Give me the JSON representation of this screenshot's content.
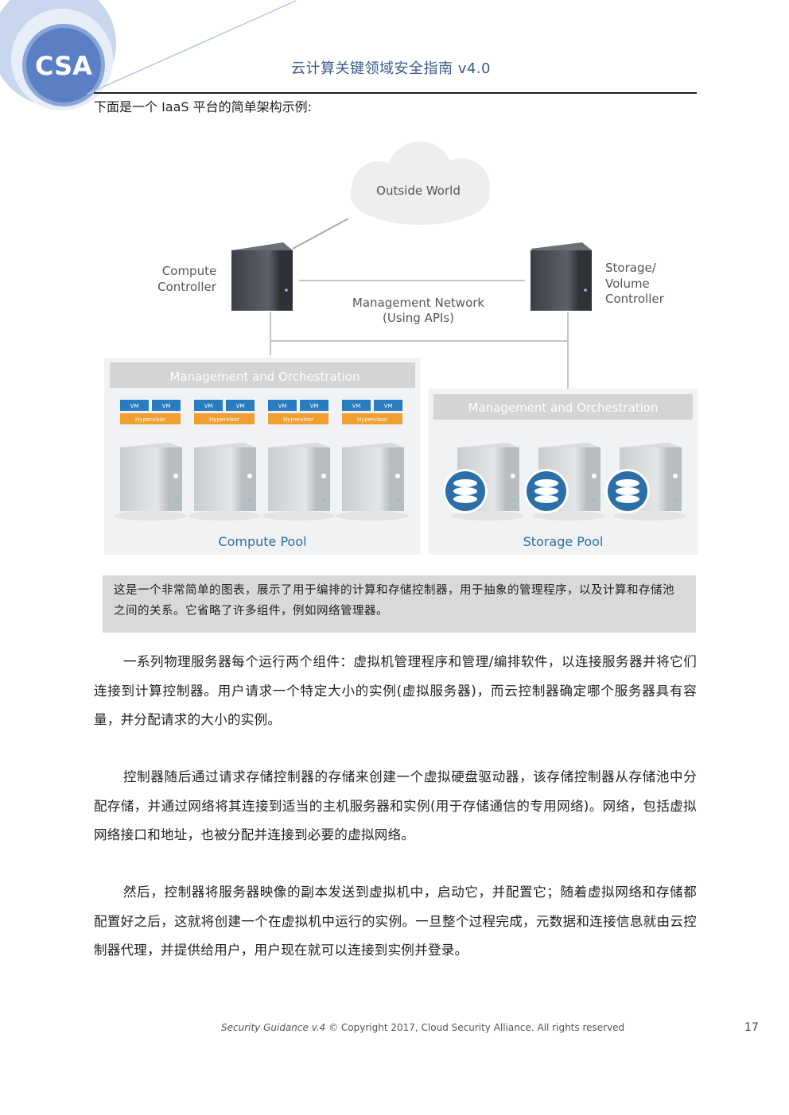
{
  "header": {
    "logo_text": "CSA",
    "title": "云计算关键领域安全指南 v4.0"
  },
  "intro": "下面是一个 IaaS 平台的简单架构示例:",
  "diagram": {
    "cloud_label": "Outside World",
    "compute_controller": [
      "Compute",
      "Controller"
    ],
    "storage_controller": [
      "Storage/",
      "Volume",
      "Controller"
    ],
    "network_label": [
      "Management Network",
      "(Using APIs)"
    ],
    "compute_panel_title": "Management and Orchestration",
    "storage_panel_title": "Management and Orchestration",
    "vm_label": "VM",
    "hypervisor_label": "Hypervisor",
    "compute_pool_label": "Compute Pool",
    "storage_pool_label": "Storage Pool",
    "colors": {
      "vm": "#2a7cc0",
      "hypervisor": "#f0a030",
      "pool_label": "#2a6fa8",
      "disk": "#2a6fa8"
    }
  },
  "caption": "这是一个非常简单的图表，展示了用于编排的计算和存储控制器，用于抽象的管理程序，以及计算和存储池之间的关系。它省略了许多组件，例如网络管理器。",
  "paragraphs": [
    "一系列物理服务器每个运行两个组件：虚拟机管理程序和管理/编排软件，以连接服务器并将它们连接到计算控制器。用户请求一个特定大小的实例(虚拟服务器)，而云控制器确定哪个服务器具有容量，并分配请求的大小的实例。",
    "控制器随后通过请求存储控制器的存储来创建一个虚拟硬盘驱动器，该存储控制器从存储池中分配存储，并通过网络将其连接到适当的主机服务器和实例(用于存储通信的专用网络)。网络，包括虚拟网络接口和地址，也被分配并连接到必要的虚拟网络。",
    "然后，控制器将服务器映像的副本发送到虚拟机中，启动它，并配置它；随着虚拟网络和存储都配置好之后，这就将创建一个在虚拟机中运行的实例。一旦整个过程完成，元数据和连接信息就由云控制器代理，并提供给用户，用户现在就可以连接到实例并登录。"
  ],
  "footer": {
    "italic": "Security Guidance v.4",
    "text": " © Copyright 2017, Cloud Security Alliance. All rights reserved",
    "page_number": "17"
  }
}
